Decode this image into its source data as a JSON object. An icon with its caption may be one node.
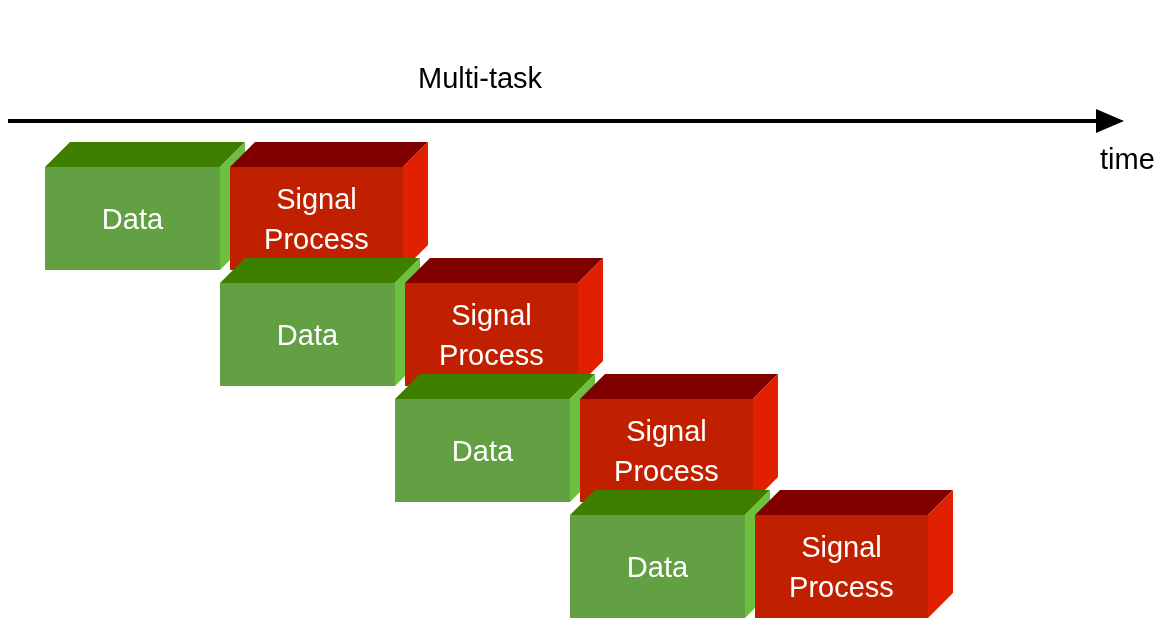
{
  "diagram": {
    "title": "Multi-task",
    "nodes": [
      {
        "text": [
          "Data"
        ]
      },
      {
        "text": [
          "Signal Process"
        ]
      },
      {
        "text": [
          "Data"
        ]
      },
      {
        "text": [
          "Signal Process"
        ]
      },
      {
        "text": [
          "Data"
        ]
      },
      {
        "text": [
          "Signal Process"
        ]
      },
      {
        "text": [
          "Data"
        ]
      },
      {
        "text": [
          "Signal Process"
        ]
      }
    ],
    "edges": [],
    "labels": [
      "time"
    ]
  }
}
